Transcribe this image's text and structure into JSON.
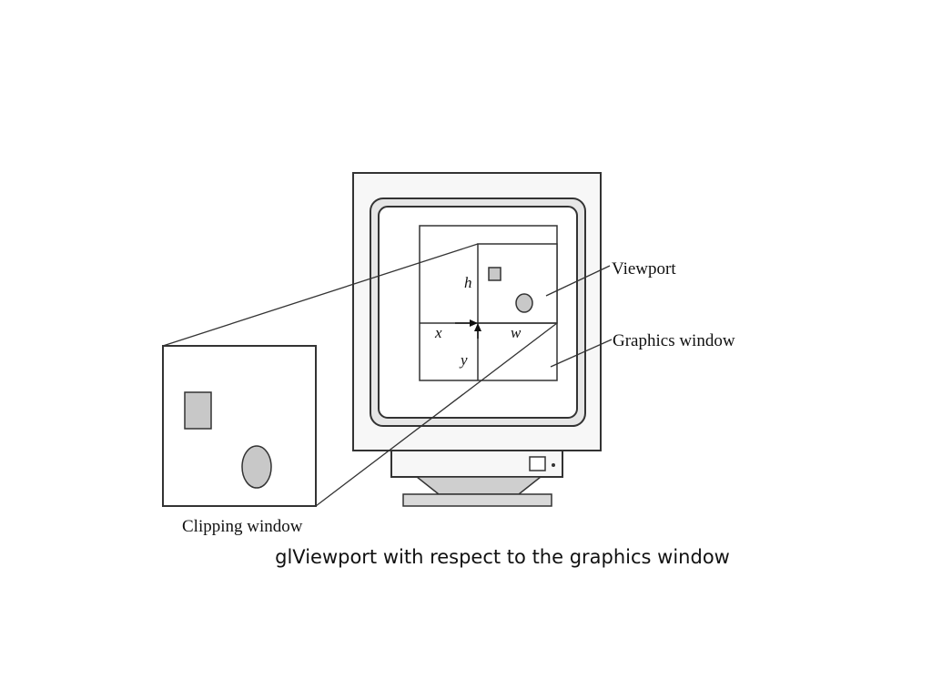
{
  "diagram": {
    "labels": {
      "viewport": "Viewport",
      "graphics_window": "Graphics window",
      "clipping_window": "Clipping window",
      "h": "h",
      "x": "x",
      "y": "y",
      "w": "w"
    },
    "colors": {
      "line": "#333333",
      "shape_fill": "#c8c8c8",
      "monitor_fill": "#f4f4f4",
      "base_fill": "#d9d9d9"
    }
  },
  "caption": "glViewport with respect to the graphics window"
}
